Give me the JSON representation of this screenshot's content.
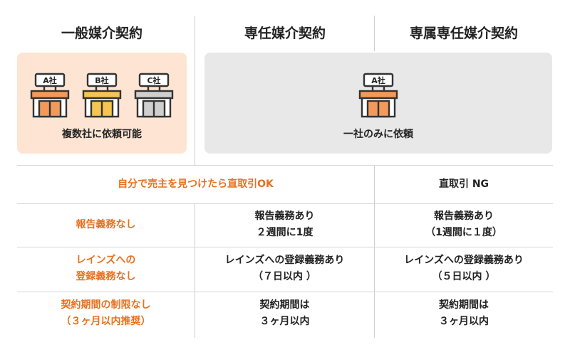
{
  "headers": {
    "col1": "一般媒介契約",
    "col2": "専任媒介契約",
    "col3": "専属専任媒介契約"
  },
  "boxes": {
    "general": {
      "buildings": [
        "A社",
        "B社",
        "C社"
      ],
      "caption": "複数社に依頼可能"
    },
    "exclusive": {
      "buildings": [
        "A社"
      ],
      "caption": "一社のみに依頼"
    }
  },
  "rows": {
    "direct_deal": {
      "left": "自分で売主を見つけたら直取引OK",
      "right": "直取引 NG"
    },
    "report": {
      "col1": "報告義務なし",
      "col2_line1": "報告義務あり",
      "col2_line2": "２週間に1度",
      "col3_line1": "報告義務あり",
      "col3_line2": "（1週間に１度）"
    },
    "reins": {
      "col1_line1": "レインズへの",
      "col1_line2": "登録義務なし",
      "col2_line1": "レインズへの登録義務あり",
      "col2_line2": "（７日以内 ）",
      "col3_line1": "レインズへの登録義務あり",
      "col3_line2": "（５日以内 ）"
    },
    "period": {
      "col1_line1": "契約期間の制限なし",
      "col1_line2": "（３ヶ月以内推奨）",
      "col2_line1": "契約期間は",
      "col2_line2": "３ヶ月以内",
      "col3_line1": "契約期間は",
      "col3_line2": "３ヶ月以内"
    }
  },
  "colors": {
    "accent": "#e8701f",
    "orange_box": "#fde4d3",
    "gray_box": "#e8e8e8",
    "building_a": "#f39a5a",
    "building_b": "#f6c451",
    "building_c": "#cfcfcf"
  }
}
